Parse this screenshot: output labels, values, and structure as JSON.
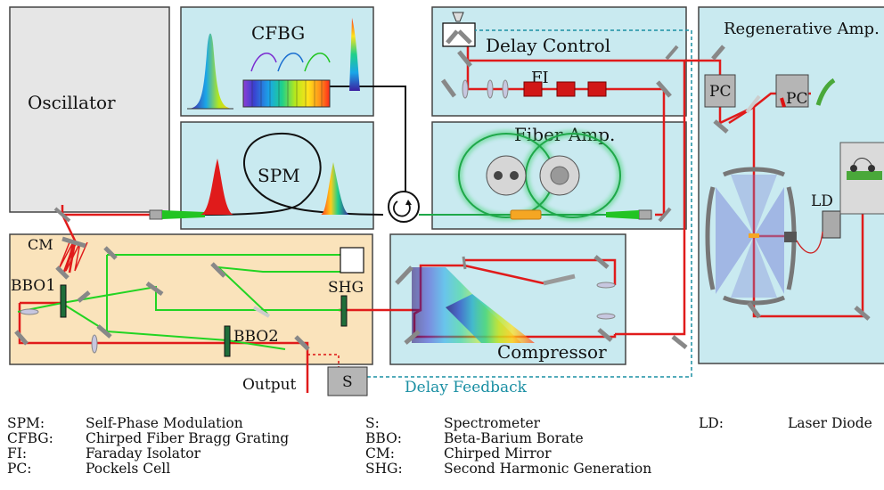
{
  "modules": {
    "oscillator": "Oscillator",
    "cfbg": "CFBG",
    "spm": "SPM",
    "delay_control": "Delay Control",
    "fi": "FI",
    "fiber_amp": "Fiber Amp.",
    "regen_amp": "Regenerative Amp.",
    "compressor": "Compressor"
  },
  "components": {
    "cm": "CM",
    "bbo": "BBO",
    "bbo1_sub": "1",
    "bbo2_sub": "2",
    "shg": "SHG",
    "pc_left": "PC",
    "pc_right": "PC",
    "ld": "LD",
    "spectrometer": "S",
    "output": "Output",
    "delay_feedback": "Delay Feedback"
  },
  "colors": {
    "panel_blue": "#c9eaf0",
    "panel_orange": "#fae3bb",
    "laser_red": "#e01b1b",
    "green_beam": "#22d422",
    "feedback": "#1a8fa3"
  },
  "legend": {
    "col1": [
      {
        "abbr": "SPM:",
        "desc": "Self-Phase Modulation"
      },
      {
        "abbr": "CFBG:",
        "desc": "Chirped Fiber Bragg Grating"
      },
      {
        "abbr": "FI:",
        "desc": "Faraday Isolator"
      },
      {
        "abbr": "PC:",
        "desc": "Pockels Cell"
      }
    ],
    "col2": [
      {
        "abbr": "S:",
        "desc": "Spectrometer"
      },
      {
        "abbr": "BBO:",
        "desc": "Beta-Barium Borate"
      },
      {
        "abbr": "CM:",
        "desc": "Chirped Mirror"
      },
      {
        "abbr": "SHG:",
        "desc": "Second Harmonic Generation"
      }
    ],
    "col3": [
      {
        "abbr": "LD:",
        "desc": "Laser Diode"
      }
    ]
  }
}
